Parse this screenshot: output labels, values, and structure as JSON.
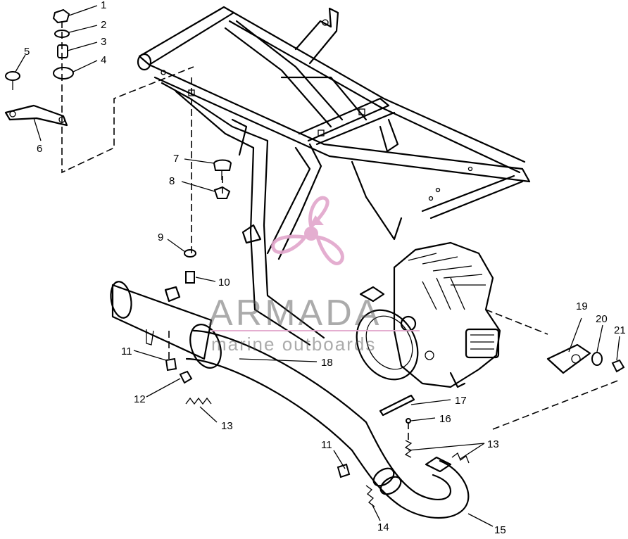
{
  "callouts": {
    "c1": "1",
    "c2": "2",
    "c3": "3",
    "c4": "4",
    "c5": "5",
    "c6": "6",
    "c7": "7",
    "c8": "8",
    "c9": "9",
    "c10": "10",
    "c11a": "11",
    "c11b": "11",
    "c12": "12",
    "c13a": "13",
    "c13b": "13",
    "c14": "14",
    "c15": "15",
    "c16": "16",
    "c17": "17",
    "c18": "18",
    "c19": "19",
    "c20": "20",
    "c21": "21"
  },
  "watermark": {
    "brand": "ARMADA",
    "tagline": "marine outboards",
    "accent_color": "#e2a6cc"
  }
}
